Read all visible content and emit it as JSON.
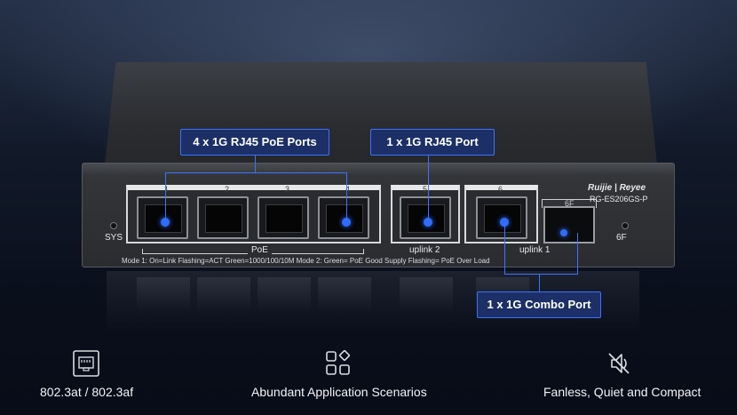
{
  "callouts": {
    "poe_ports": "4 x 1G RJ45 PoE Ports",
    "rj45_port": "1 x 1G RJ45 Port",
    "combo_port": "1 x 1G Combo Port"
  },
  "device": {
    "brand": "Ruijie | Reyee",
    "model": "RG-ES206GS-P",
    "port_numbers": [
      "1",
      "2",
      "3",
      "4",
      "5",
      "6"
    ],
    "sfp_label": "6F",
    "sys_label": "SYS",
    "sfp_led_label": "6F",
    "group_poe": "PoE",
    "group_uplink2": "uplink 2",
    "group_uplink1": "uplink 1",
    "mode_line": "Mode 1:  On=Link  Flashing=ACT   Green=1000/100/10M      Mode 2:  Green= PoE Good Supply   Flashing= PoE Over Load"
  },
  "features": [
    {
      "icon": "ethernet-port-icon",
      "label": "802.3at / 802.3af"
    },
    {
      "icon": "apps-grid-icon",
      "label": "Abundant Application Scenarios"
    },
    {
      "icon": "fan-muted-icon",
      "label": "Fanless, Quiet and Compact"
    }
  ],
  "colors": {
    "accent": "#3b72ff",
    "callout_bg": "#1c2f66",
    "led_blue": "#2f6bff"
  }
}
